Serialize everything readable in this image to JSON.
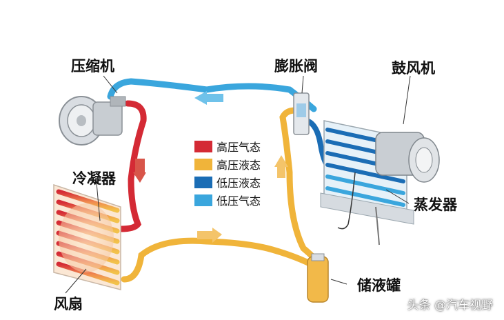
{
  "labels": {
    "compressor": "压缩机",
    "expansion_valve": "膨胀阀",
    "blower": "鼓风机",
    "condenser": "冷凝器",
    "evaporator": "蒸发器",
    "fan": "风扇",
    "receiver": "储液罐"
  },
  "legend": [
    {
      "label": "高压气态",
      "color": "#d42a35"
    },
    {
      "label": "高压液态",
      "color": "#f0b43a"
    },
    {
      "label": "低压液态",
      "color": "#1b6db5"
    },
    {
      "label": "低压气态",
      "color": "#3aa6dd"
    }
  ],
  "watermark": "头条 @汽车视野"
}
